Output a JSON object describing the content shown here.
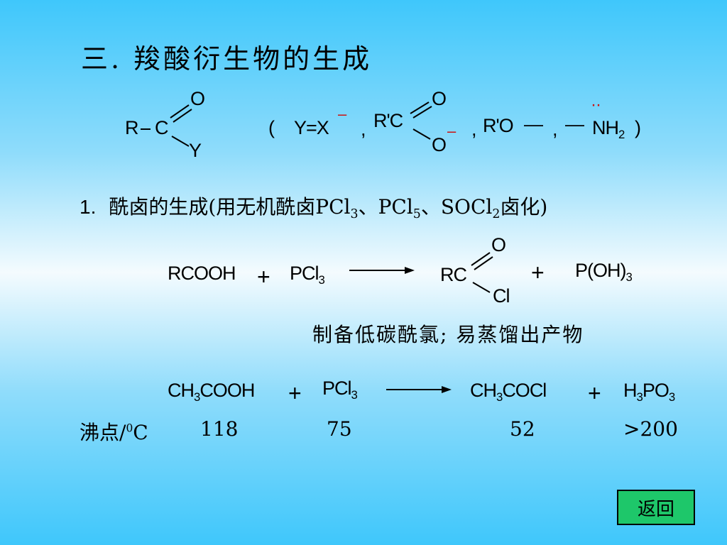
{
  "slide": {
    "title": "三. 羧酸衍生物的生成",
    "general": {
      "r": "R",
      "c": "C",
      "o": "O",
      "y": "Y",
      "paren_open": "(",
      "yx": "Y=X",
      "minus": "–",
      "comma1": ",",
      "rprime_c": "R'C",
      "o_top": "O",
      "o_bottom": "O",
      "comma2": ",",
      "rprime_o": "R'O",
      "dash": "—",
      "comma3": ",",
      "dash2": "—",
      "nh": "NH",
      "sub2": "2",
      "paren_close": ")",
      "lone_pair": "··"
    },
    "section1": {
      "num": "1.",
      "text_a": "酰卤的生成(用无机酰卤PCl",
      "sub_a": "3",
      "text_b": "、PCl",
      "sub_b": "5",
      "text_c": "、SOCl",
      "sub_c": "2",
      "text_d": "卤化)"
    },
    "reaction1": {
      "reactant1": "RCOOH",
      "plus1": "+",
      "reactant2": "PCl",
      "reactant2_sub": "3",
      "product_rc": "RC",
      "product_o": "O",
      "product_cl": "Cl",
      "plus2": "+",
      "byproduct": "P(OH)",
      "byproduct_sub": "3"
    },
    "note": "制备低碳酰氯; 易蒸馏出产物",
    "reaction2": {
      "r1_a": "CH",
      "r1_sub": "3",
      "r1_b": "COOH",
      "plus1": "+",
      "r2": "PCl",
      "r2_sub": "3",
      "p1_a": "CH",
      "p1_sub": "3",
      "p1_b": "COCl",
      "plus2": "+",
      "p2_a": "H",
      "p2_sub1": "3",
      "p2_b": "PO",
      "p2_sub2": "3"
    },
    "boiling": {
      "label": "沸点/",
      "deg": "0",
      "unit": "C",
      "v1": "118",
      "v2": "75",
      "v3": "52",
      "v4": ">200"
    },
    "back_button": "返回"
  }
}
